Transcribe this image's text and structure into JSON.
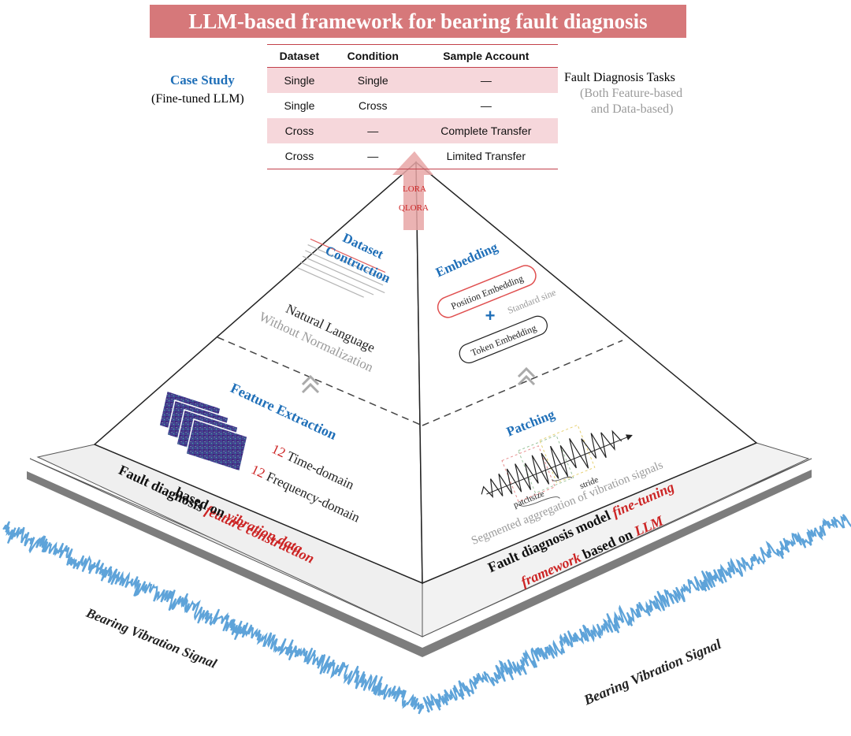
{
  "title": "LLM-based framework for bearing fault diagnosis",
  "case_study": {
    "title": "Case Study",
    "subtitle": "(Fine-tuned LLM)"
  },
  "tasks": {
    "title": "Fault Diagnosis Tasks",
    "subtitle_1": "(Both Feature-based",
    "subtitle_2": "and Data-based)"
  },
  "table": {
    "headers": [
      "Dataset",
      "Condition",
      "Sample Account"
    ],
    "rows": [
      [
        "Single",
        "Single",
        "—"
      ],
      [
        "Single",
        "Cross",
        "—"
      ],
      [
        "Cross",
        "—",
        "Complete Transfer"
      ],
      [
        "Cross",
        "—",
        "Limited Transfer"
      ]
    ]
  },
  "arrow_labels": [
    "LORA",
    "QLORA"
  ],
  "left_face": {
    "top_title_1": "Dataset",
    "top_title_2": "Contruction",
    "language_1": "Natural Language",
    "language_2": "Without Normalization",
    "bottom_title": "Feature Extraction",
    "count_1": "12",
    "domain_1": "Time-domain",
    "count_2": "12",
    "domain_2": "Frequency-domain"
  },
  "right_face": {
    "top_title": "Embedding",
    "position_embedding": "Position Embedding",
    "standard_sine": "Standard sine",
    "plus": "+",
    "token_embedding": "Token Embedding",
    "bottom_title": "Patching",
    "patchsize": "patchsize",
    "stride": "stride",
    "segmented": "Segmented aggregation of vibration signals"
  },
  "base_left": {
    "line1_a": "Fault diagnosis ",
    "line1_b": "feature construction",
    "line2_a": "based on ",
    "line2_b": "vibration data"
  },
  "base_right": {
    "line1_a": "Fault diagnosis model ",
    "line1_b": "fine-tuning",
    "line2_a": "framework",
    "line2_b": " based on ",
    "line2_c": "LLM"
  },
  "signal_left": "Bearing Vibration Signal",
  "signal_right": "Bearing Vibration Signal",
  "colors": {
    "banner": "#d6787a",
    "blue": "#1f6fb8",
    "red": "#cc2424",
    "signal": "#5ea3d9",
    "arrow": "#e7a6a6"
  }
}
